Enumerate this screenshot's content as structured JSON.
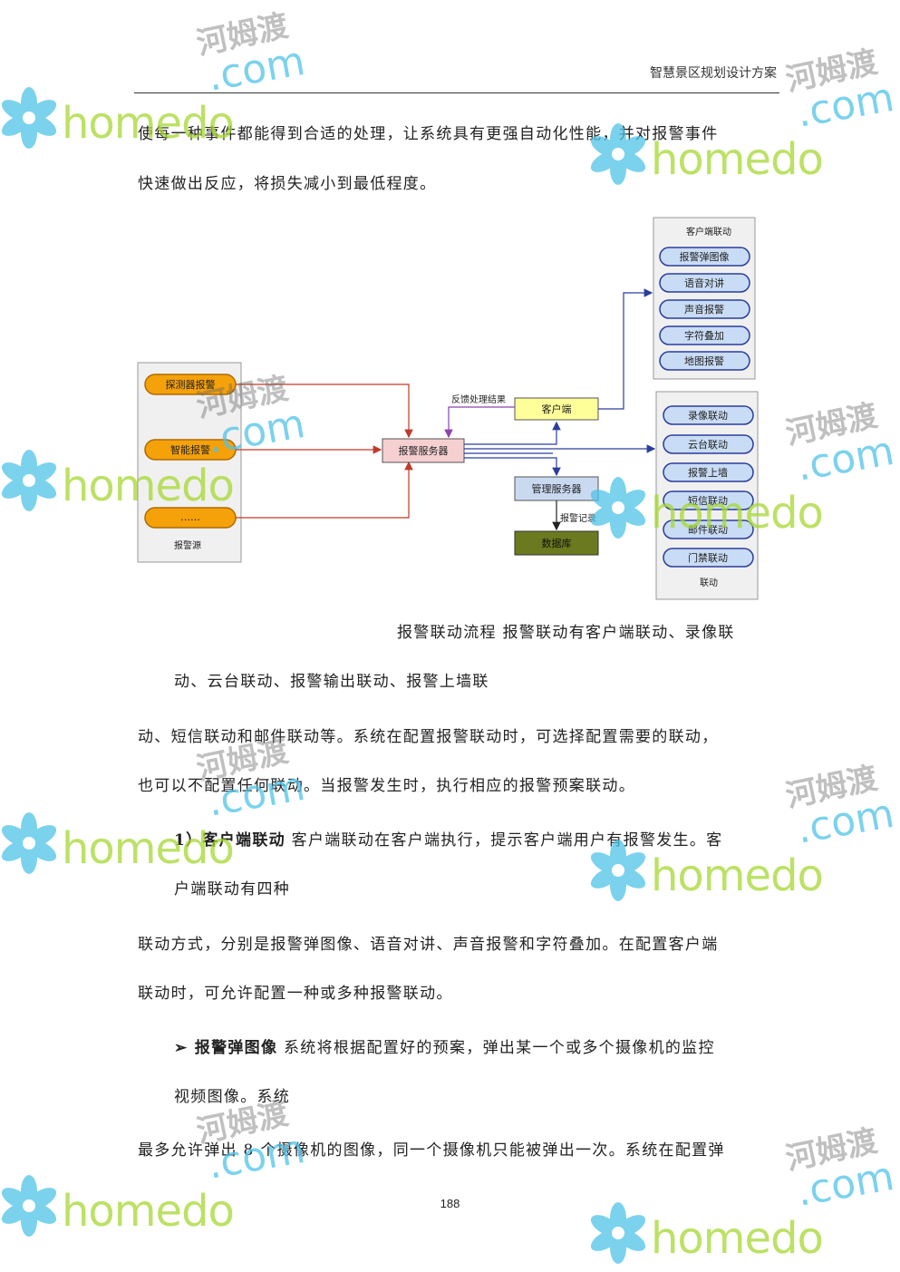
{
  "header": {
    "title": "智慧景区规划设计方案"
  },
  "paragraphs": {
    "p1": "使每一种事件都能得到合适的处理，让系统具有更强自动化性能，并对报警事件",
    "p2": "快速做出反应，将损失减小到最低程度。",
    "p3": "报警联动流程 报警联动有客户端联动、录像联",
    "p4": "动、云台联动、报警输出联动、报警上墙联",
    "p5": "动、短信联动和邮件联动等。系统在配置报警联动时，可选择配置需要的联动，",
    "p6": "也可以不配置任何联动。当报警发生时，执行相应的报警预案联动。",
    "p7_bold": "1）客户端联动",
    "p7": " 客户端联动在客户端执行，提示客户端用户有报警发生。客",
    "p8": "户端联动有四种",
    "p9": "联动方式，分别是报警弹图像、语音对讲、声音报警和字符叠加。在配置客户端",
    "p10": "联动时，可允许配置一种或多种报警联动。",
    "p11_bold": "➢ 报警弹图像",
    "p11": " 系统将根据配置好的预案，弹出某一个或多个摄像机的监控",
    "p12": "视频图像。系统",
    "p13": "最多允许弹出 8 个摄像机的图像，同一个摄像机只能被弹出一次。系统在配置弹"
  },
  "diagram": {
    "sources_title": "报警源",
    "sources": [
      "探测器报警",
      "智能报警",
      "……"
    ],
    "server": "报警服务器",
    "client": "客户端",
    "feedback": "反馈处理结果",
    "mgmt": "管理服务器",
    "record": "报警记录",
    "db": "数据库",
    "client_group_title": "客户端联动",
    "client_items": [
      "报警弹图像",
      "语音对讲",
      "声音报警",
      "字符叠加",
      "地图报警"
    ],
    "link_group_title": "联动",
    "link_items": [
      "录像联动",
      "云台联动",
      "报警上墙",
      "短信联动",
      "邮件联动",
      "门禁联动"
    ]
  },
  "watermark": {
    "brand": "homedo",
    "suffix": ".com",
    "cn": "河姆渡"
  },
  "page_number": "188"
}
